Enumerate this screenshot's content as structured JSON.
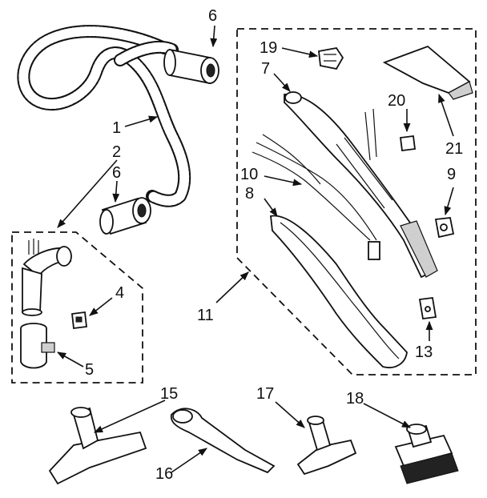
{
  "callouts": {
    "c1": "1",
    "c2": "2",
    "c4": "4",
    "c5": "5",
    "c6a": "6",
    "c6b": "6",
    "c7": "7",
    "c8": "8",
    "c9": "9",
    "c10": "10",
    "c11": "11",
    "c13": "13",
    "c15": "15",
    "c16": "16",
    "c17": "17",
    "c18": "18",
    "c19": "19",
    "c20": "20",
    "c21": "21"
  }
}
